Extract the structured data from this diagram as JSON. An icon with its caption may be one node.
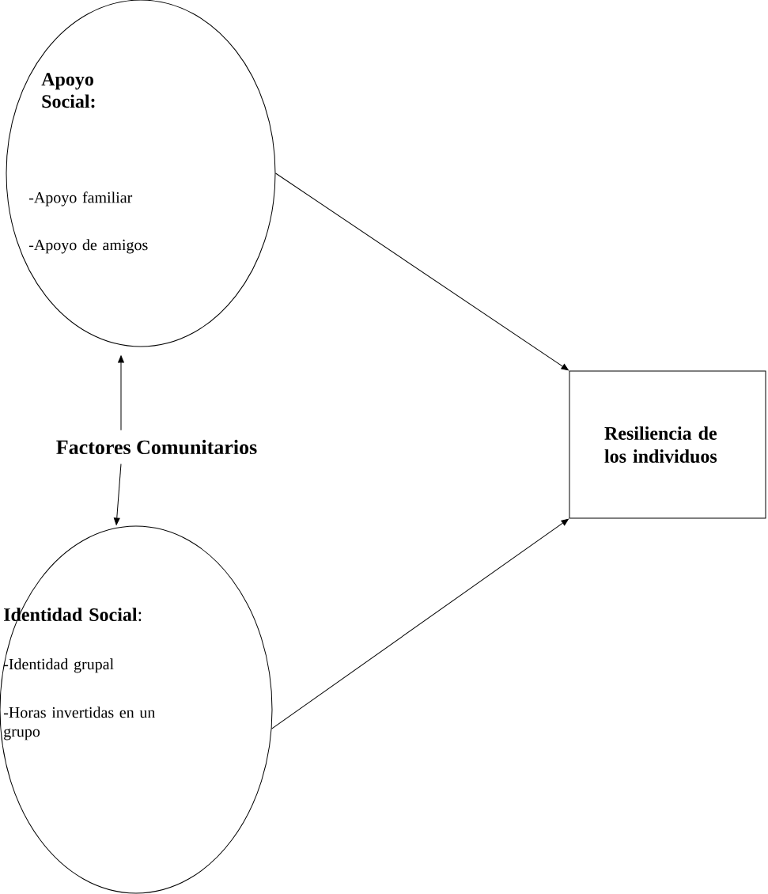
{
  "diagram": {
    "nodes": [
      {
        "text": [
          "Apoyo Social:",
          "-Apoyo familiar",
          "-Apoyo de amigos"
        ]
      },
      {
        "text": [
          "Factores Comunitarios"
        ]
      },
      {
        "text": [
          "**Identidad Social**:",
          "-Identidad grupal",
          "-Horas invertidas en un grupo"
        ]
      },
      {
        "text": [
          "Resiliencia de los individuos"
        ]
      }
    ],
    "edges": [
      {
        "from": 1,
        "to": 0,
        "arrow": "to"
      },
      {
        "from": 1,
        "to": 2,
        "arrow": "to"
      },
      {
        "from": 0,
        "to": 3,
        "arrow": "to"
      },
      {
        "from": 2,
        "to": 3,
        "arrow": "to"
      }
    ]
  }
}
